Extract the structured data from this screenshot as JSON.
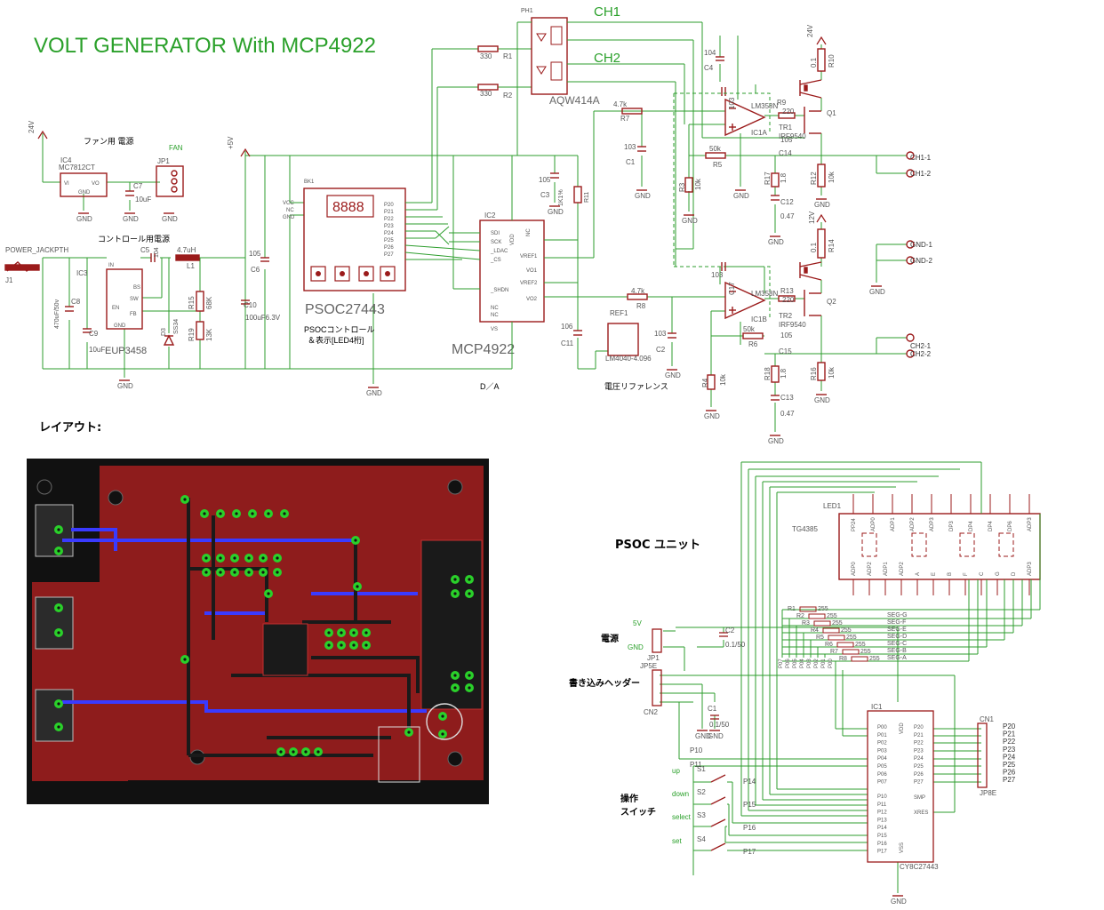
{
  "title": "VOLT GENERATOR With MCP4922",
  "layout_heading": "レイアウト:",
  "psoc_unit_heading": "PSOC ユニット",
  "colors": {
    "wire": "#2e9e2e",
    "part": "#9b1b1b",
    "label": "#555555",
    "pcb_bg": "#1a1a1a",
    "pcb_copper": "#8e1c1c",
    "pad": "#2ad02a",
    "trace_blue": "#3a3aff"
  },
  "power": {
    "fan_supply": "ファン用 電源",
    "control_supply": "コントロール用電源",
    "ic4": [
      "IC4",
      "MC7812CT"
    ],
    "ic4_pins": [
      "VI",
      "VO",
      "GND"
    ],
    "fan": "FAN",
    "jp1": "JP1",
    "c7": [
      "C7",
      "10uF"
    ],
    "jack": [
      "POWER_JACKPTH",
      "J1"
    ],
    "ic3": [
      "IC3",
      "EUP3458"
    ],
    "ic3_pins": [
      "IN",
      "EN",
      "SW",
      "FB",
      "GND",
      "BS"
    ],
    "c8": [
      "C8",
      "470uF/50v"
    ],
    "c9": [
      "C9",
      "10uF"
    ],
    "c5": [
      "C5",
      "104"
    ],
    "l1": [
      "4.7uH",
      "L1"
    ],
    "d3": [
      "D3",
      "SS34"
    ],
    "r15": [
      "R15",
      "68K"
    ],
    "r19": [
      "R19",
      "13K"
    ],
    "c10": [
      "C10",
      "100uF6.3V"
    ],
    "c6": [
      "105",
      "C6"
    ],
    "v24": "24V",
    "v5": "+5V"
  },
  "psoc": {
    "bk1": "BK1",
    "display": "8888",
    "name": "PSOC27443",
    "desc1": "PSOCコントロール",
    "desc2": "＆表示[LED4桁]",
    "pins_left": [
      "VCC",
      "NC",
      "GND"
    ],
    "pins_right": [
      "P20",
      "P21",
      "P22",
      "P23",
      "P24",
      "P25",
      "P26",
      "P27"
    ]
  },
  "dac": {
    "ic2": "IC2",
    "name": "MCP4922",
    "da": "D／A",
    "pins_left": [
      "SDI",
      "SCK",
      "_LDAC",
      "_CS",
      "_SHDN",
      "NC",
      "NC",
      "VS"
    ],
    "pins_right": [
      "VREF1",
      "VO1",
      "VREF2",
      "VO2"
    ],
    "pins_top": [
      "VDD",
      "NC"
    ],
    "c3": [
      "105",
      "C3"
    ],
    "r11": [
      "1K1%",
      "R11"
    ],
    "c11": [
      "106",
      "C11"
    ]
  },
  "ref": {
    "ref1": "REF1",
    "part": "LM4040-4.096",
    "desc": "電圧リファレンス",
    "c2": [
      "103",
      "C2"
    ]
  },
  "relay": {
    "ph1": "PH1",
    "part": "AQW414A",
    "ch1": "CH1",
    "ch2": "CH2",
    "r1": [
      "330",
      "R1"
    ],
    "r2": [
      "330",
      "R2"
    ]
  },
  "ch1": {
    "c4": [
      "104",
      "C4"
    ],
    "r7": [
      "4.7k",
      "R7"
    ],
    "c1": [
      "103",
      "C1"
    ],
    "ic": [
      "LM358N",
      "IC1A"
    ],
    "r9": [
      "R9",
      "220"
    ],
    "tr": [
      "TR1",
      "IRF9540"
    ],
    "q": "Q1",
    "r10": [
      "0.1",
      "R10"
    ],
    "r5": [
      "50k",
      "R5"
    ],
    "r3": [
      "R3",
      "10k"
    ],
    "r17": [
      "R17",
      "1.8"
    ],
    "c12": [
      "C12",
      "0.47"
    ],
    "r12": [
      "R12",
      "10k"
    ],
    "c14": [
      "C14",
      "105"
    ],
    "c13": [
      "103"
    ],
    "out": [
      "CH1-1",
      "CH1-2"
    ]
  },
  "ch2": {
    "r8": [
      "4.7k",
      "R8"
    ],
    "c17": [
      "103",
      "C17"
    ],
    "ic": [
      "LM358N",
      "IC1B"
    ],
    "r13": [
      "R13",
      "220"
    ],
    "tr": [
      "TR2",
      "IRF9540"
    ],
    "q": "Q2",
    "r14": [
      "0.1",
      "R14"
    ],
    "r6": [
      "50k",
      "R6"
    ],
    "r4": [
      "R4",
      "10k"
    ],
    "r18": [
      "R18",
      "1.8"
    ],
    "c13": [
      "C13",
      "0.47"
    ],
    "r16": [
      "R16",
      "10k"
    ],
    "c15": [
      "105",
      "C15"
    ],
    "v12": "12V",
    "gnd_out": [
      "GND-1",
      "GND-2"
    ],
    "out": [
      "CH2-1",
      "CH2-2"
    ]
  },
  "gnd": "GND",
  "unit": {
    "led_ref": "LED1",
    "led_part": "TG4385",
    "led_top_pins": [
      "PP24",
      "ADP0",
      "ADP1",
      "ADP2",
      "ADP3",
      "DP3",
      "DP4",
      "DP4",
      "DP6",
      "ADP3"
    ],
    "led_bottom_pins": [
      "ADP0",
      "ADP2",
      "ADP1",
      "ADP2",
      "A",
      "E",
      "B",
      "F",
      "C",
      "G",
      "D",
      "ADP3"
    ],
    "power_label": "電源",
    "v5": "5V",
    "gnd": "GND",
    "jp1": "JP1",
    "c2": [
      "C2",
      "0.1/50"
    ],
    "writer_label": "書き込みヘッダー",
    "jp5e": "JP5E",
    "cn2": "CN2",
    "c1": [
      "C1",
      "0.1/50"
    ],
    "resistors": [
      [
        "R1",
        "255"
      ],
      [
        "R2",
        "255"
      ],
      [
        "R3",
        "255"
      ],
      [
        "R4",
        "255"
      ],
      [
        "R5",
        "255"
      ],
      [
        "R6",
        "255"
      ],
      [
        "R7",
        "255"
      ],
      [
        "R8",
        "255"
      ]
    ],
    "segments": [
      "SEG-G",
      "SEG-F",
      "SEG-E",
      "SEG-D",
      "SEG-C",
      "SEG-B",
      "SEG-A"
    ],
    "ic1": "IC1",
    "ic1_part": "CY8C27443",
    "ic1_left_pins": [
      "P00",
      "P01",
      "P02",
      "P03",
      "P04",
      "P05",
      "P06",
      "P07",
      "P10",
      "P11",
      "P12",
      "P13",
      "P14",
      "P15",
      "P16",
      "P17"
    ],
    "ic1_right_pins": [
      "P20",
      "P21",
      "P22",
      "P23",
      "P24",
      "P25",
      "P26",
      "P27",
      "SMP",
      "XRES"
    ],
    "ic1_misc": [
      "VDD",
      "VSS"
    ],
    "cn1": "CN1",
    "jp8e": "JP8E",
    "cn1_pins": [
      "P20",
      "P21",
      "P22",
      "P23",
      "P24",
      "P25",
      "P26",
      "P27"
    ],
    "switch_label1": "操作",
    "switch_label2": "スイッチ",
    "switches": [
      [
        "up",
        "S1",
        "P14"
      ],
      [
        "down",
        "S2",
        "P15"
      ],
      [
        "select",
        "S3",
        "P16"
      ],
      [
        "set",
        "S4",
        "P17"
      ]
    ],
    "p10": "P10",
    "p11": "P11",
    "top_ports": [
      "P07",
      "P06",
      "P05",
      "P04",
      "P03",
      "P02",
      "P01",
      "P00"
    ]
  }
}
